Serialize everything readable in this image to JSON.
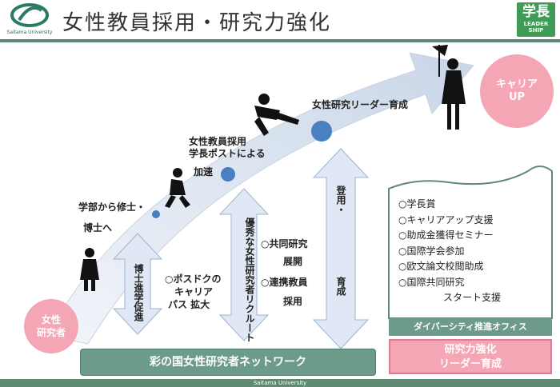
{
  "header": {
    "title": "女性教員採用・研究力強化",
    "logo_caption": "Saitama University",
    "badge_main": "学長",
    "badge_sub1": "LEADER",
    "badge_sub2": "SHIP"
  },
  "footer": {
    "text": "Saitama University"
  },
  "start_circle": {
    "line1": "女性",
    "line2": "研究者"
  },
  "goal_circle": {
    "line1": "キャリア",
    "line2": "UP"
  },
  "path_labels": {
    "step1_a": "学部から修士・",
    "step1_b": "博士へ",
    "step2_a": "女性教員採用",
    "step2_b": "学長ポストによる",
    "step2_c": "加速",
    "step3": "女性研究リーダー育成"
  },
  "vertical_labels": {
    "hakushi": "博士進学促進",
    "yushu": "優秀な女性研究者リクルート",
    "toyo_a": "登用・",
    "toyo_b": "育成"
  },
  "side_labels": {
    "posdoc_a": "○ポスドクの",
    "posdoc_b": "キャリア",
    "posdoc_c": "パス 拡大",
    "kyodo_a": "○共同研究",
    "kyodo_b": "展開",
    "renkei_a": "○連携教員",
    "renkei_b": "採用"
  },
  "programs": {
    "items": [
      "○学長賞",
      "○キャリアアップ支援",
      "○助成金獲得セミナー",
      "○国際学会参加",
      "○欧文論文校閲助成",
      "○国際共同研究",
      "スタート支援"
    ],
    "office": "ダイバーシティ推進オフィス",
    "leader_a": "研究力強化",
    "leader_b": "リーダー育成"
  },
  "network": {
    "label": "彩の国女性研究者ネットワーク"
  },
  "colors": {
    "header_green": "#5e8a73",
    "badge_green": "#3f9b56",
    "pink": "#f4a6b4",
    "arrow_blue": "#dfe8f4",
    "dot_blue": "#4a7fc1"
  }
}
